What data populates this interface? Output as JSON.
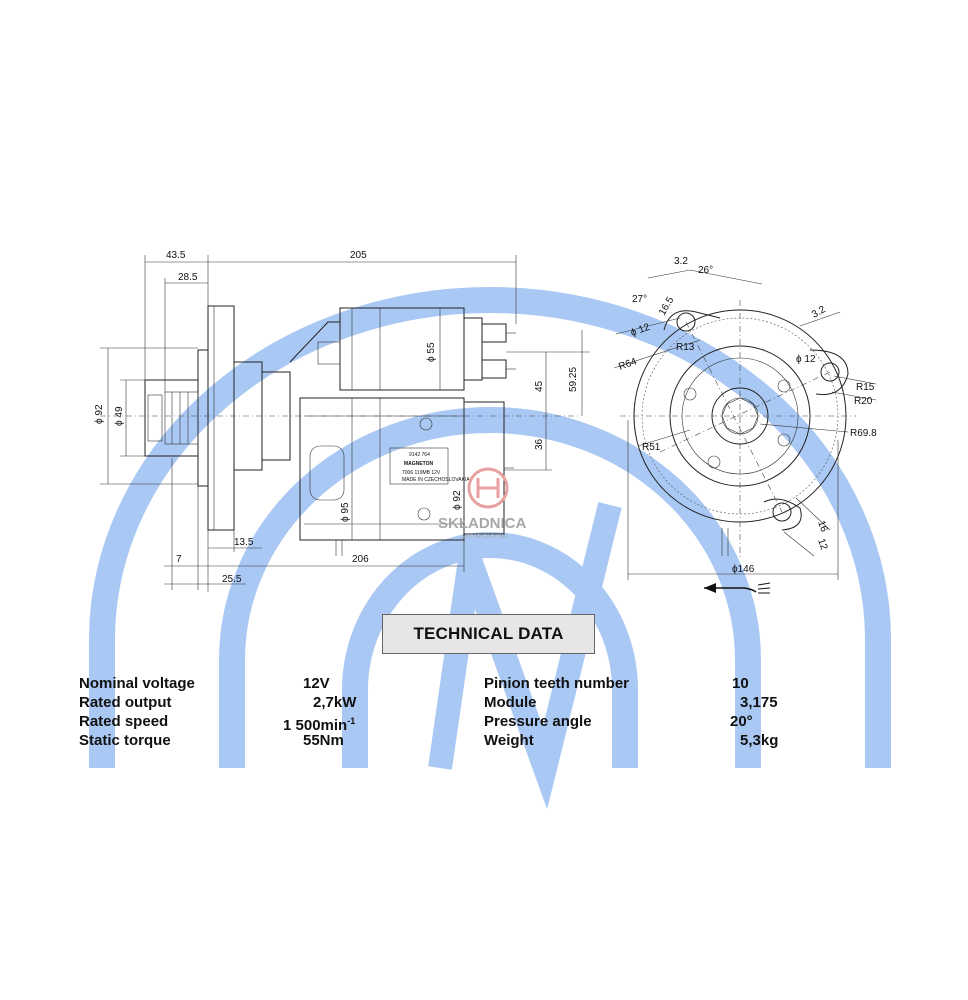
{
  "watermark": {
    "color": "#a9c8f4",
    "text_main": "SKŁADNICA",
    "text_sub": "MOTORYZACYJNA"
  },
  "dimensions": {
    "d43_5": "43.5",
    "d205": "205",
    "d28_5": "28.5",
    "d3_2_top": "3.2",
    "d26deg": "26°",
    "d27deg": "27°",
    "d16_5": "16.5",
    "d3_2_right": "3.2",
    "phi12_left": "ϕ 12",
    "r13": "R13",
    "phi12_right": "ϕ 12",
    "r64": "R64",
    "r15": "R15",
    "r20": "R20",
    "r69_8": "R69.8",
    "r51": "R51",
    "phi55": "ϕ 55",
    "d59_25": "59.25",
    "d45": "45",
    "d36": "36",
    "phi92_left": "ϕ 92",
    "phi49": "ϕ 49",
    "phi95": "ϕ 95",
    "phi92_mid": "ϕ 92",
    "d13_5": "13.5",
    "d7": "7",
    "d206": "206",
    "d25_5": "25.5",
    "d16": "16",
    "d12": "12",
    "phi146": "ϕ146"
  },
  "nameplate": {
    "part_no": "9142 764",
    "brand": "MAGNETON",
    "model": "7006 119MB 12V",
    "origin": "MADE IN CZECHOSLOVAKIA"
  },
  "technical_data": {
    "title": "TECHNICAL DATA",
    "left": [
      {
        "label": "Nominal voltage",
        "value": "12V"
      },
      {
        "label": "Rated output",
        "value": "2,7kW"
      },
      {
        "label": "Rated speed",
        "value": "1 500min",
        "sup": "-1"
      },
      {
        "label": "Static torque",
        "value": "55Nm"
      }
    ],
    "right": [
      {
        "label": "Pinion teeth number",
        "value": "10"
      },
      {
        "label": "Module",
        "value": "3,175"
      },
      {
        "label": "Pressure angle",
        "value": "20°"
      },
      {
        "label": "Weight",
        "value": "5,3kg"
      }
    ]
  }
}
